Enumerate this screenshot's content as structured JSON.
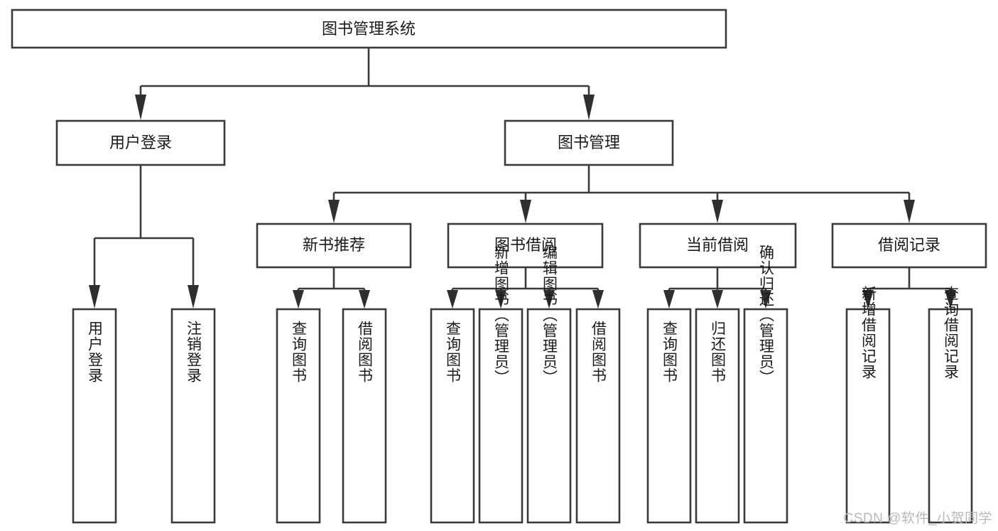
{
  "diagram": {
    "type": "tree-hierarchy-flowchart",
    "title": "图书管理系统",
    "orientation": "top-down",
    "colors": {
      "box_fill": "#ffffff",
      "box_stroke": "#3a3a3a",
      "connector": "#3a3a3a",
      "text": "#1a1a1a",
      "background": "#ffffff",
      "watermark": "#b9b9b9"
    },
    "levels": {
      "root": {
        "label": "图书管理系统"
      },
      "level1": [
        {
          "label": "用户登录"
        },
        {
          "label": "图书管理"
        }
      ],
      "level2": [
        {
          "label": "新书推荐"
        },
        {
          "label": "图书借阅"
        },
        {
          "label": "当前借阅"
        },
        {
          "label": "借阅记录"
        }
      ],
      "leaves": {
        "user_login": [
          {
            "label": "用户登录"
          },
          {
            "label": "注销登录"
          }
        ],
        "new_book_recommend": [
          {
            "label": "查询图书"
          },
          {
            "label": "借阅图书"
          }
        ],
        "book_borrow": [
          {
            "label": "查询图书"
          },
          {
            "label": "新增图书（管理员）"
          },
          {
            "label": "编辑图书（管理员）"
          },
          {
            "label": "借阅图书"
          }
        ],
        "current_borrow": [
          {
            "label": "查询图书"
          },
          {
            "label": "归还图书"
          },
          {
            "label": "确认归还（管理员）"
          }
        ],
        "borrow_record": [
          {
            "label": "新增借阅记录"
          },
          {
            "label": "查询借阅记录"
          }
        ]
      }
    }
  },
  "watermark": {
    "text": "CSDN @软件_小贺同学"
  }
}
